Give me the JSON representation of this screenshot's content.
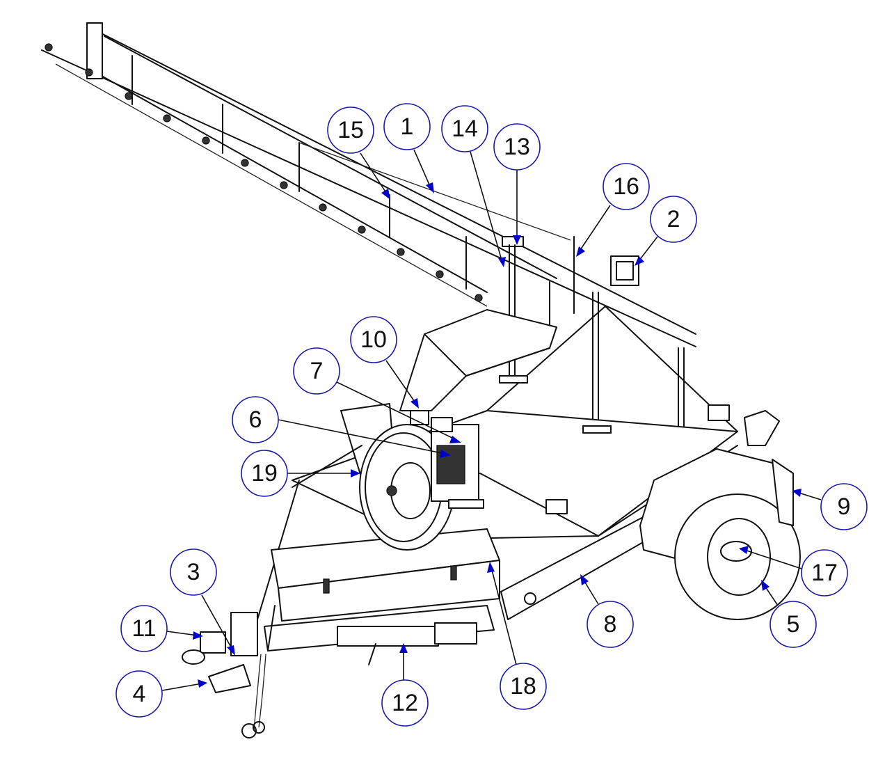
{
  "diagram": {
    "callouts": [
      {
        "label": "1"
      },
      {
        "label": "2"
      },
      {
        "label": "3"
      },
      {
        "label": "4"
      },
      {
        "label": "5"
      },
      {
        "label": "6"
      },
      {
        "label": "7"
      },
      {
        "label": "8"
      },
      {
        "label": "9"
      },
      {
        "label": "10"
      },
      {
        "label": "11"
      },
      {
        "label": "12"
      },
      {
        "label": "13"
      },
      {
        "label": "14"
      },
      {
        "label": "15"
      },
      {
        "label": "16"
      },
      {
        "label": "17"
      },
      {
        "label": "18"
      },
      {
        "label": "19"
      }
    ]
  },
  "colors": {
    "line": "#111111",
    "callout_ring": "#1a1aa6",
    "arrow": "#0000cc"
  }
}
